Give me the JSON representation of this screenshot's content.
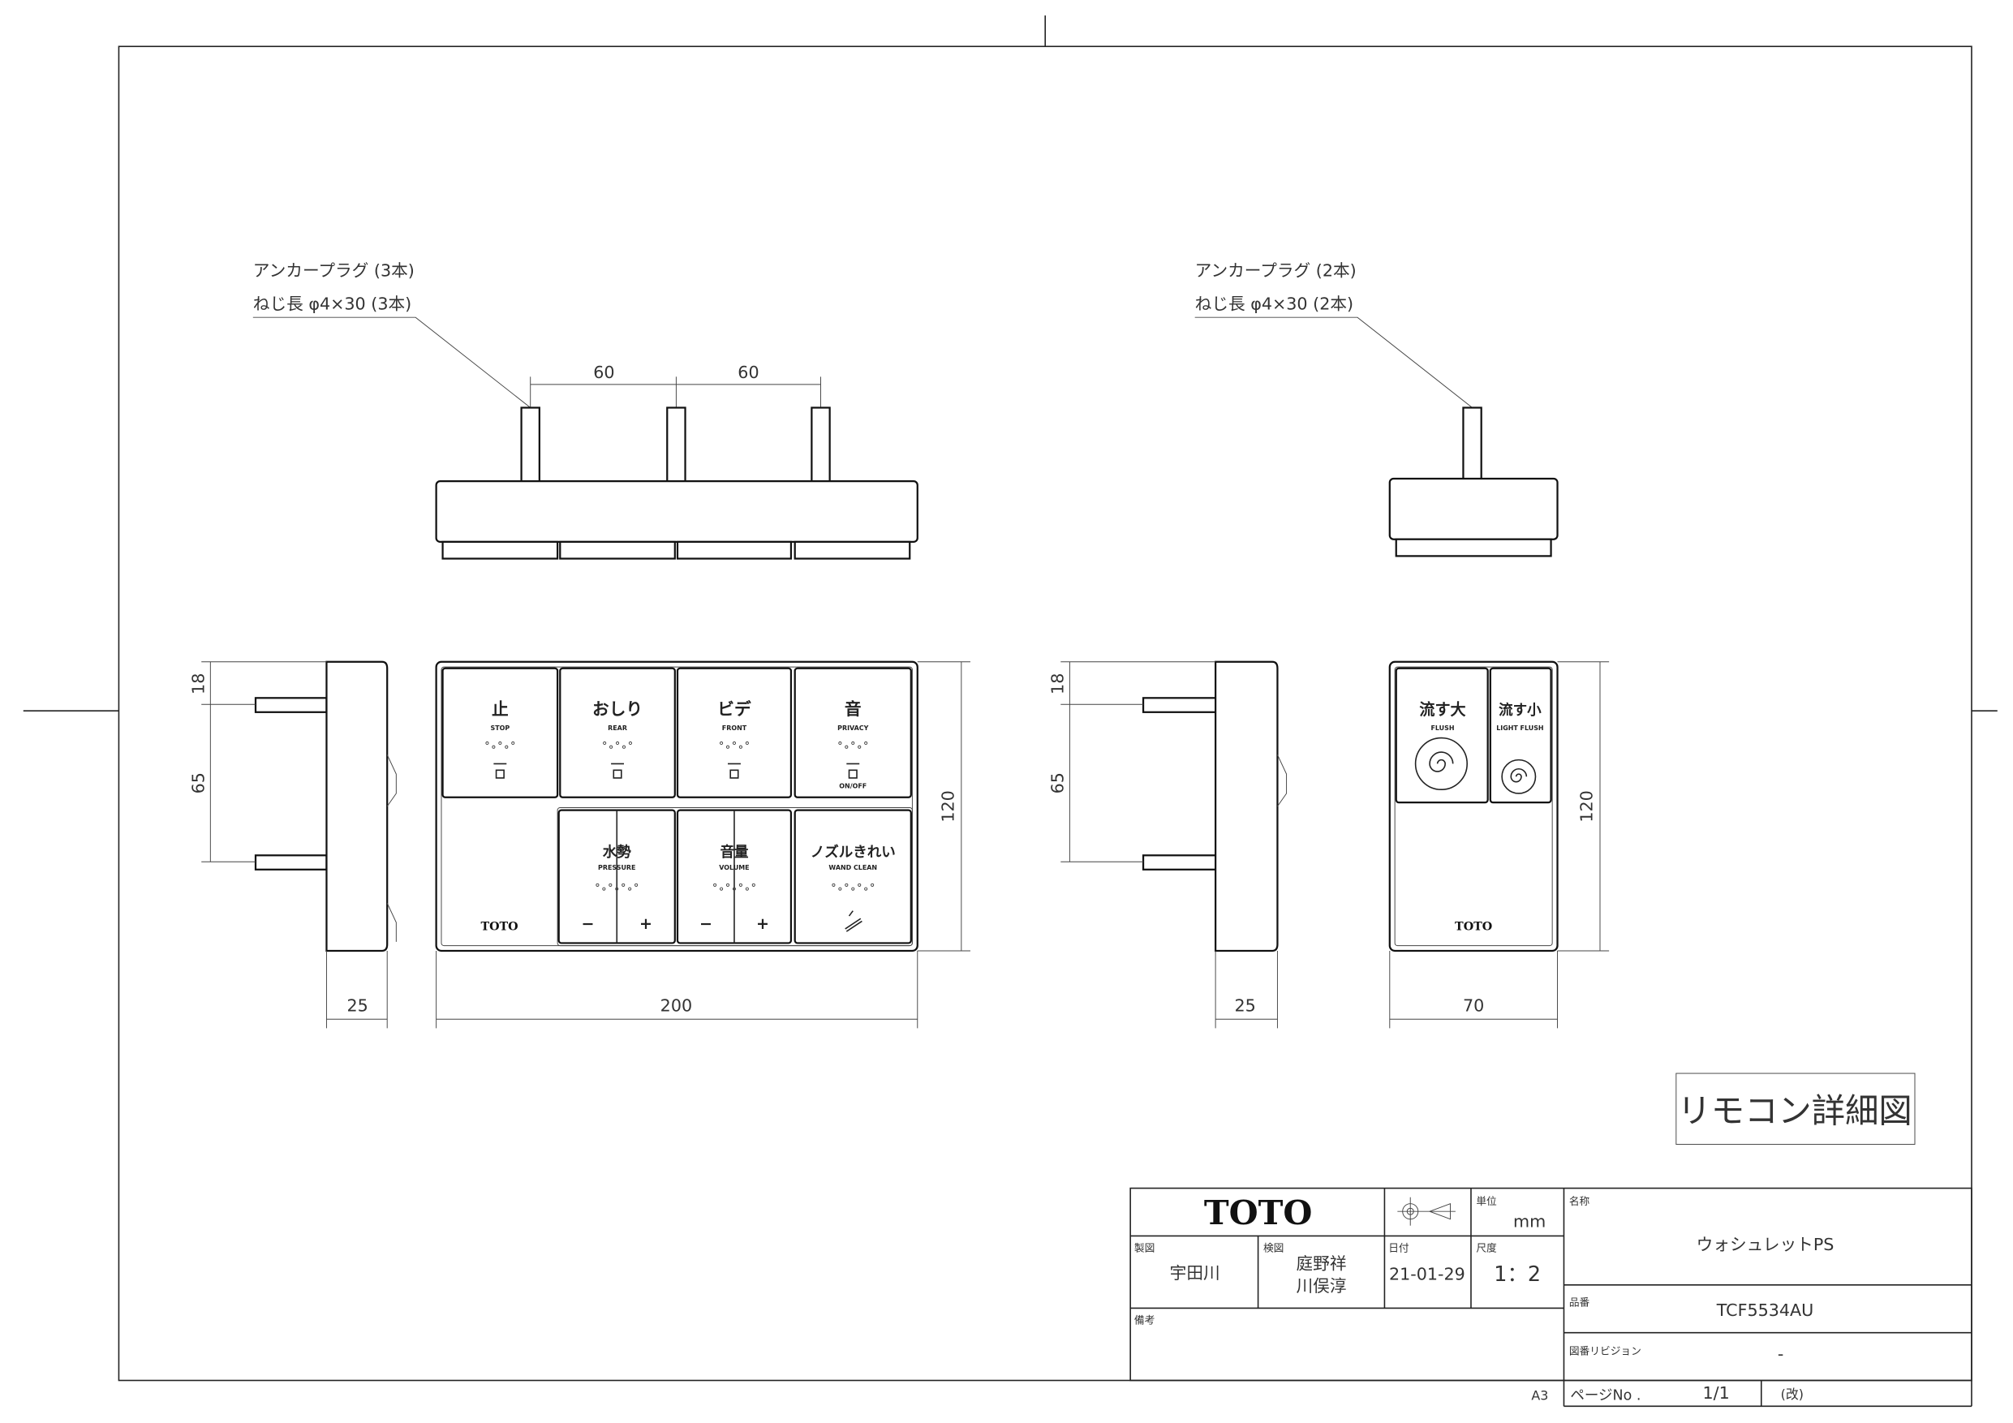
{
  "notes": {
    "left_anchor": "アンカープラグ (3本)",
    "left_screw": "ねじ長 φ4×30 (3本)",
    "right_anchor": "アンカープラグ (2本)",
    "right_screw": "ねじ長 φ4×30 (2本)"
  },
  "dimensions": {
    "pitch_1": "60",
    "pitch_2": "60",
    "side_top": "18",
    "side_mid": "65",
    "side_depth": "25",
    "main_width": "200",
    "main_height": "120",
    "side_top_r": "18",
    "side_mid_r": "65",
    "side_depth_r": "25",
    "sub_width": "70",
    "sub_height": "120"
  },
  "main_remote": {
    "buttons_top": [
      {
        "jp": "止",
        "en": "STOP"
      },
      {
        "jp": "おしり",
        "en": "REAR"
      },
      {
        "jp": "ビデ",
        "en": "FRONT"
      },
      {
        "jp": "音",
        "en": "PRIVACY",
        "sub": "ON/OFF"
      }
    ],
    "buttons_bottom": [
      {
        "jp": "水勢",
        "en": "PRESSURE",
        "minus": "−",
        "plus": "+"
      },
      {
        "jp": "音量",
        "en": "VOLUME",
        "minus": "−",
        "plus": "+"
      },
      {
        "jp": "ノズルきれい",
        "en": "WAND CLEAN"
      }
    ],
    "brand": "TOTO"
  },
  "flush_remote": {
    "big": {
      "jp": "流す大",
      "en": "FLUSH"
    },
    "small": {
      "jp": "流す小",
      "en": "LIGHT FLUSH"
    },
    "brand": "TOTO"
  },
  "drawing_title": "リモコン詳細図",
  "title_block": {
    "logo": "TOTO",
    "unit_label": "単位",
    "unit": "mm",
    "drawn_label": "製図",
    "drawn_by": "宇田川",
    "checked_label": "検図",
    "checked_by_1": "庭野祥",
    "checked_by_2": "川俣淳",
    "date_label": "日付",
    "date": "21-01-29",
    "scale_label": "尺度",
    "scale": "1：2",
    "remarks_label": "備考",
    "name_label": "名称",
    "name": "ウォシュレットPS",
    "part_label": "品番",
    "part": "TCF5534AU",
    "revision_label": "図番リビジョン",
    "revision": "-",
    "sheet_size": "A3",
    "page_label": "ページNo .",
    "page": "1/1",
    "rev_mark": "(改)"
  }
}
